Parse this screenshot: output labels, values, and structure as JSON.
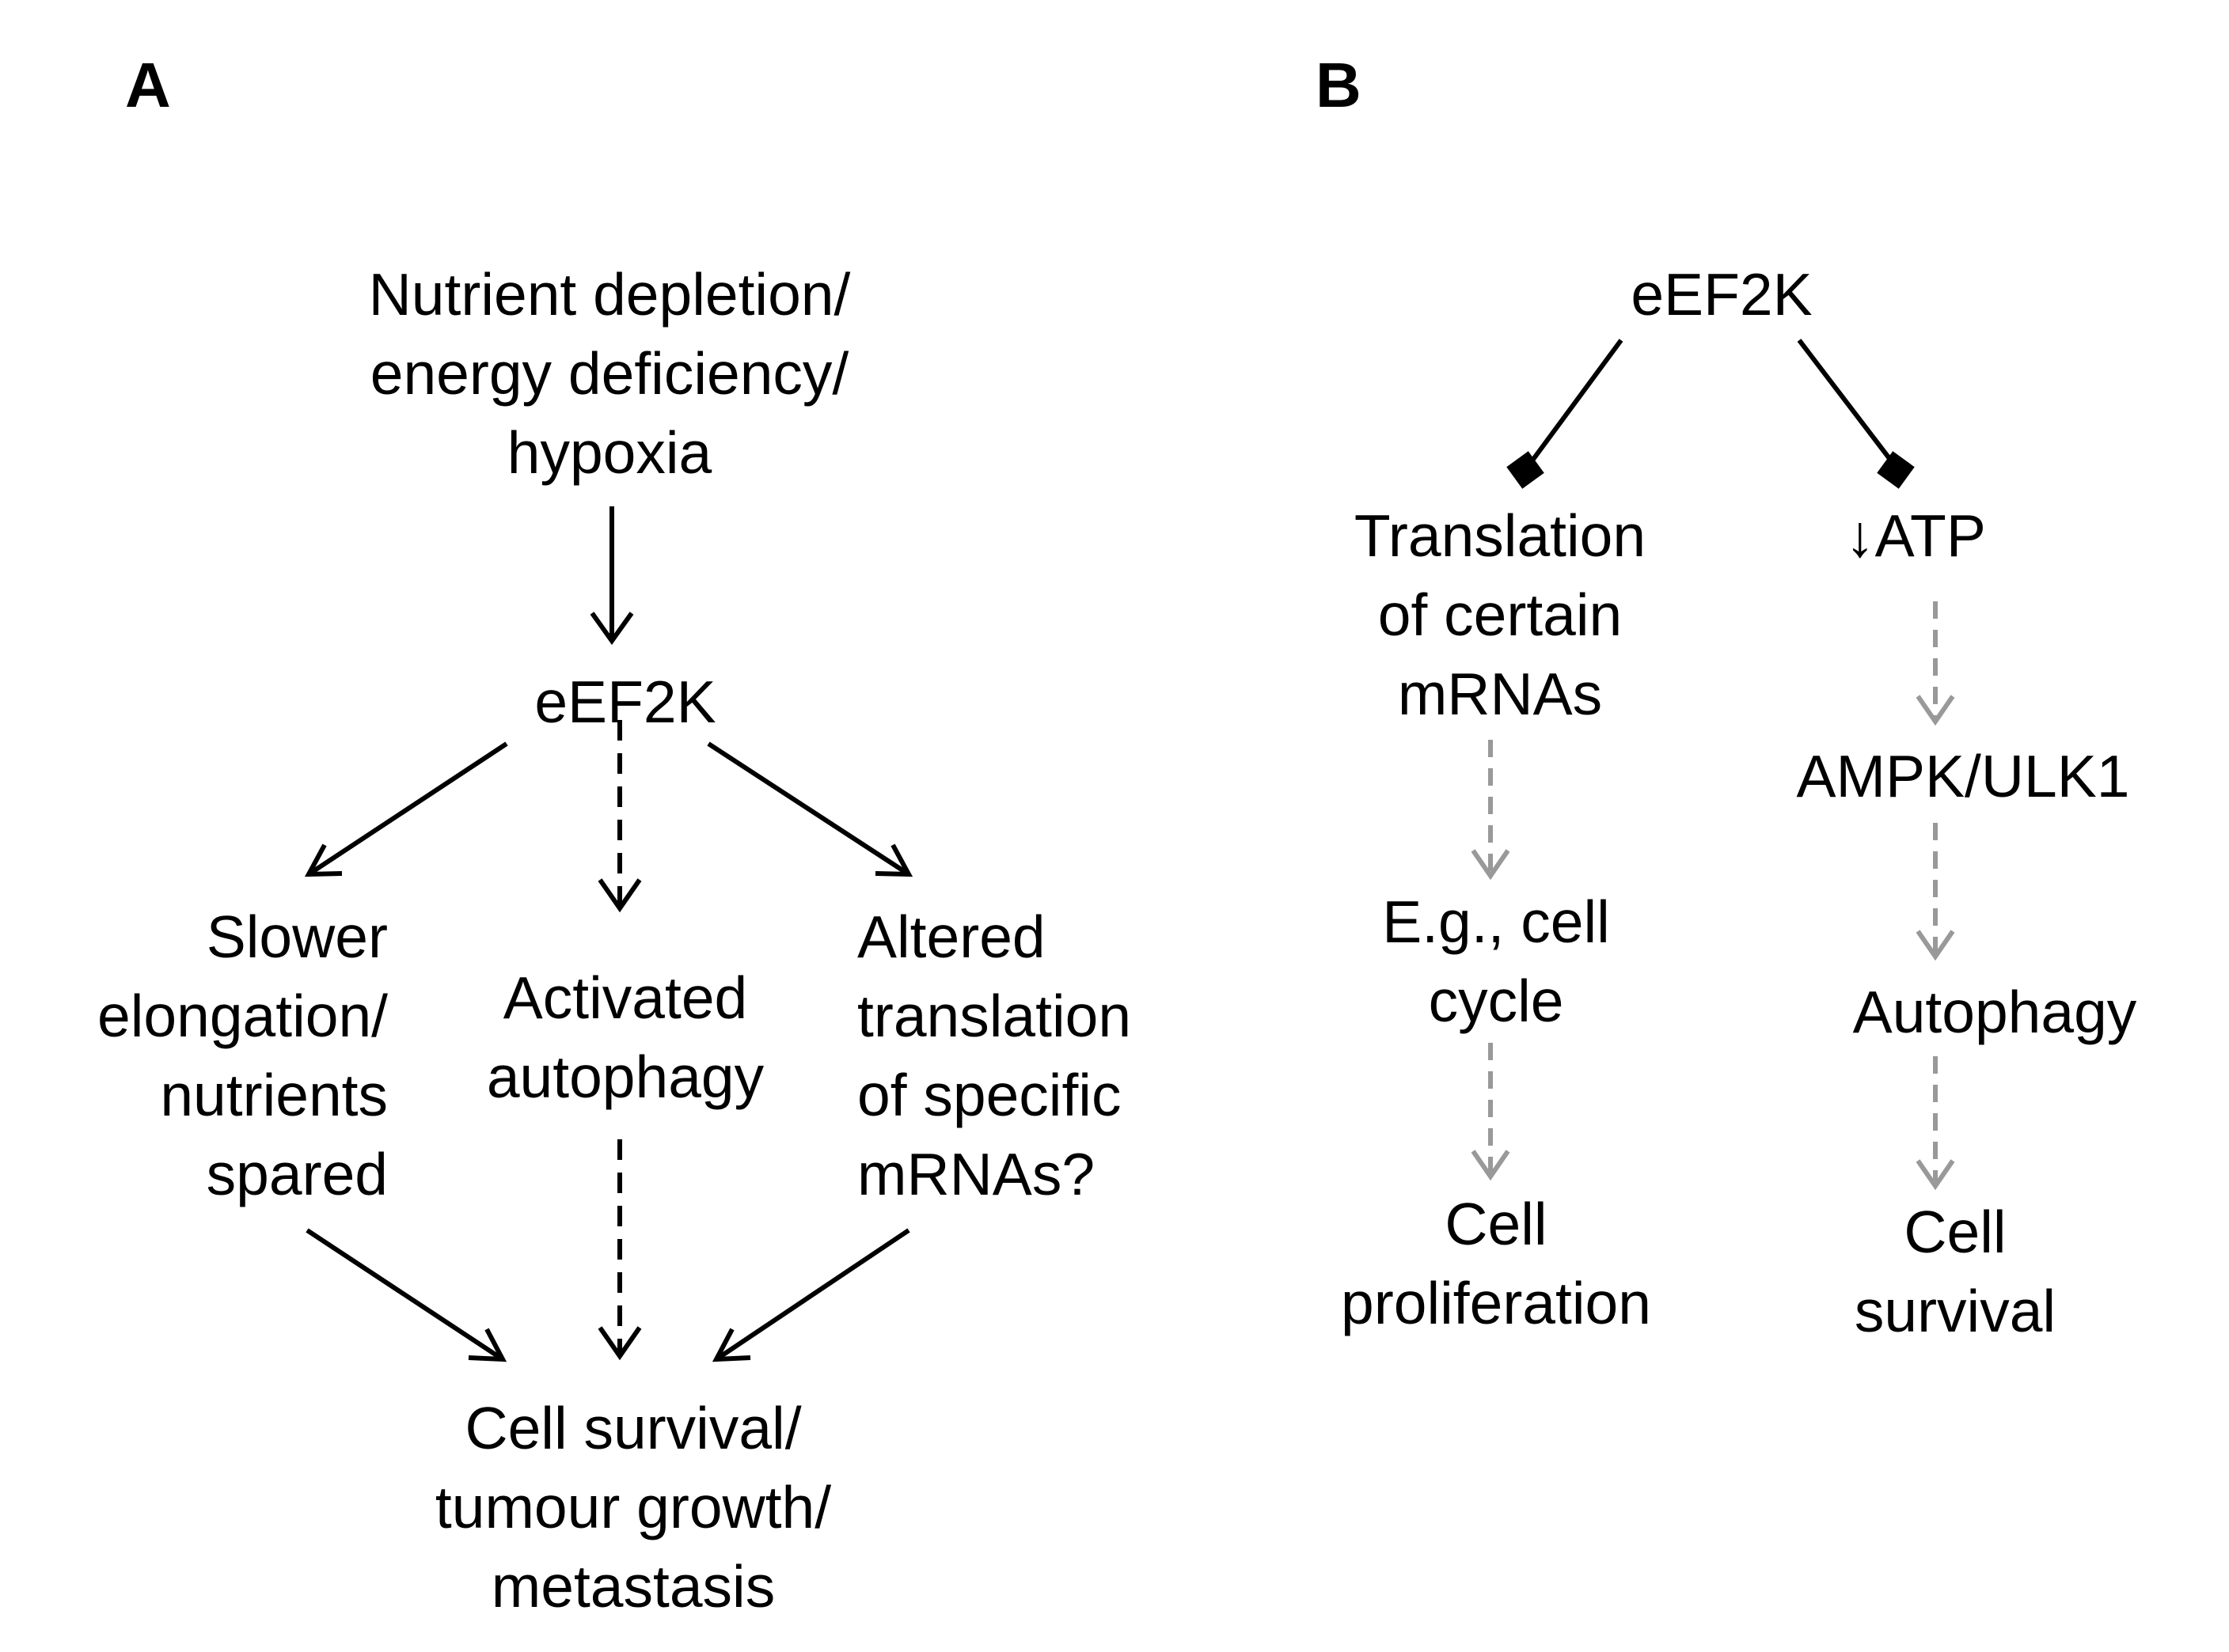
{
  "panels": {
    "a": {
      "label": "A",
      "nodes": {
        "stress": [
          "Nutrient depletion/",
          "energy deficiency/",
          "hypoxia"
        ],
        "eef2k": [
          "eEF2K"
        ],
        "slower": [
          "Slower",
          "elongation/",
          "nutrients",
          "spared"
        ],
        "autophagy": [
          "Activated",
          "autophagy"
        ],
        "altered": [
          "Altered",
          "translation",
          "of specific",
          "mRNAs?"
        ],
        "outcome": [
          "Cell survival/",
          "tumour growth/",
          "metastasis"
        ]
      }
    },
    "b": {
      "label": "B",
      "nodes": {
        "eef2k": [
          "eEF2K"
        ],
        "translation": [
          "Translation",
          "of certain",
          "mRNAs"
        ],
        "atp": [
          "↓ATP"
        ],
        "cellcycle": [
          "E.g., cell",
          "cycle"
        ],
        "ampk": [
          "AMPK/ULK1"
        ],
        "autophagy": [
          "Autophagy"
        ],
        "proliferation": [
          "Cell",
          "proliferation"
        ],
        "survival": [
          "Cell",
          "survival"
        ]
      }
    }
  },
  "edge_types": {
    "activates": "solid arrow",
    "possible_activation": "dashed arrow",
    "inhibits": "solid line ending in a square (blunt) head",
    "indirect_effect": "grey dashed arrow"
  },
  "colors": {
    "solid": "#000000",
    "indirect": "#999999"
  }
}
